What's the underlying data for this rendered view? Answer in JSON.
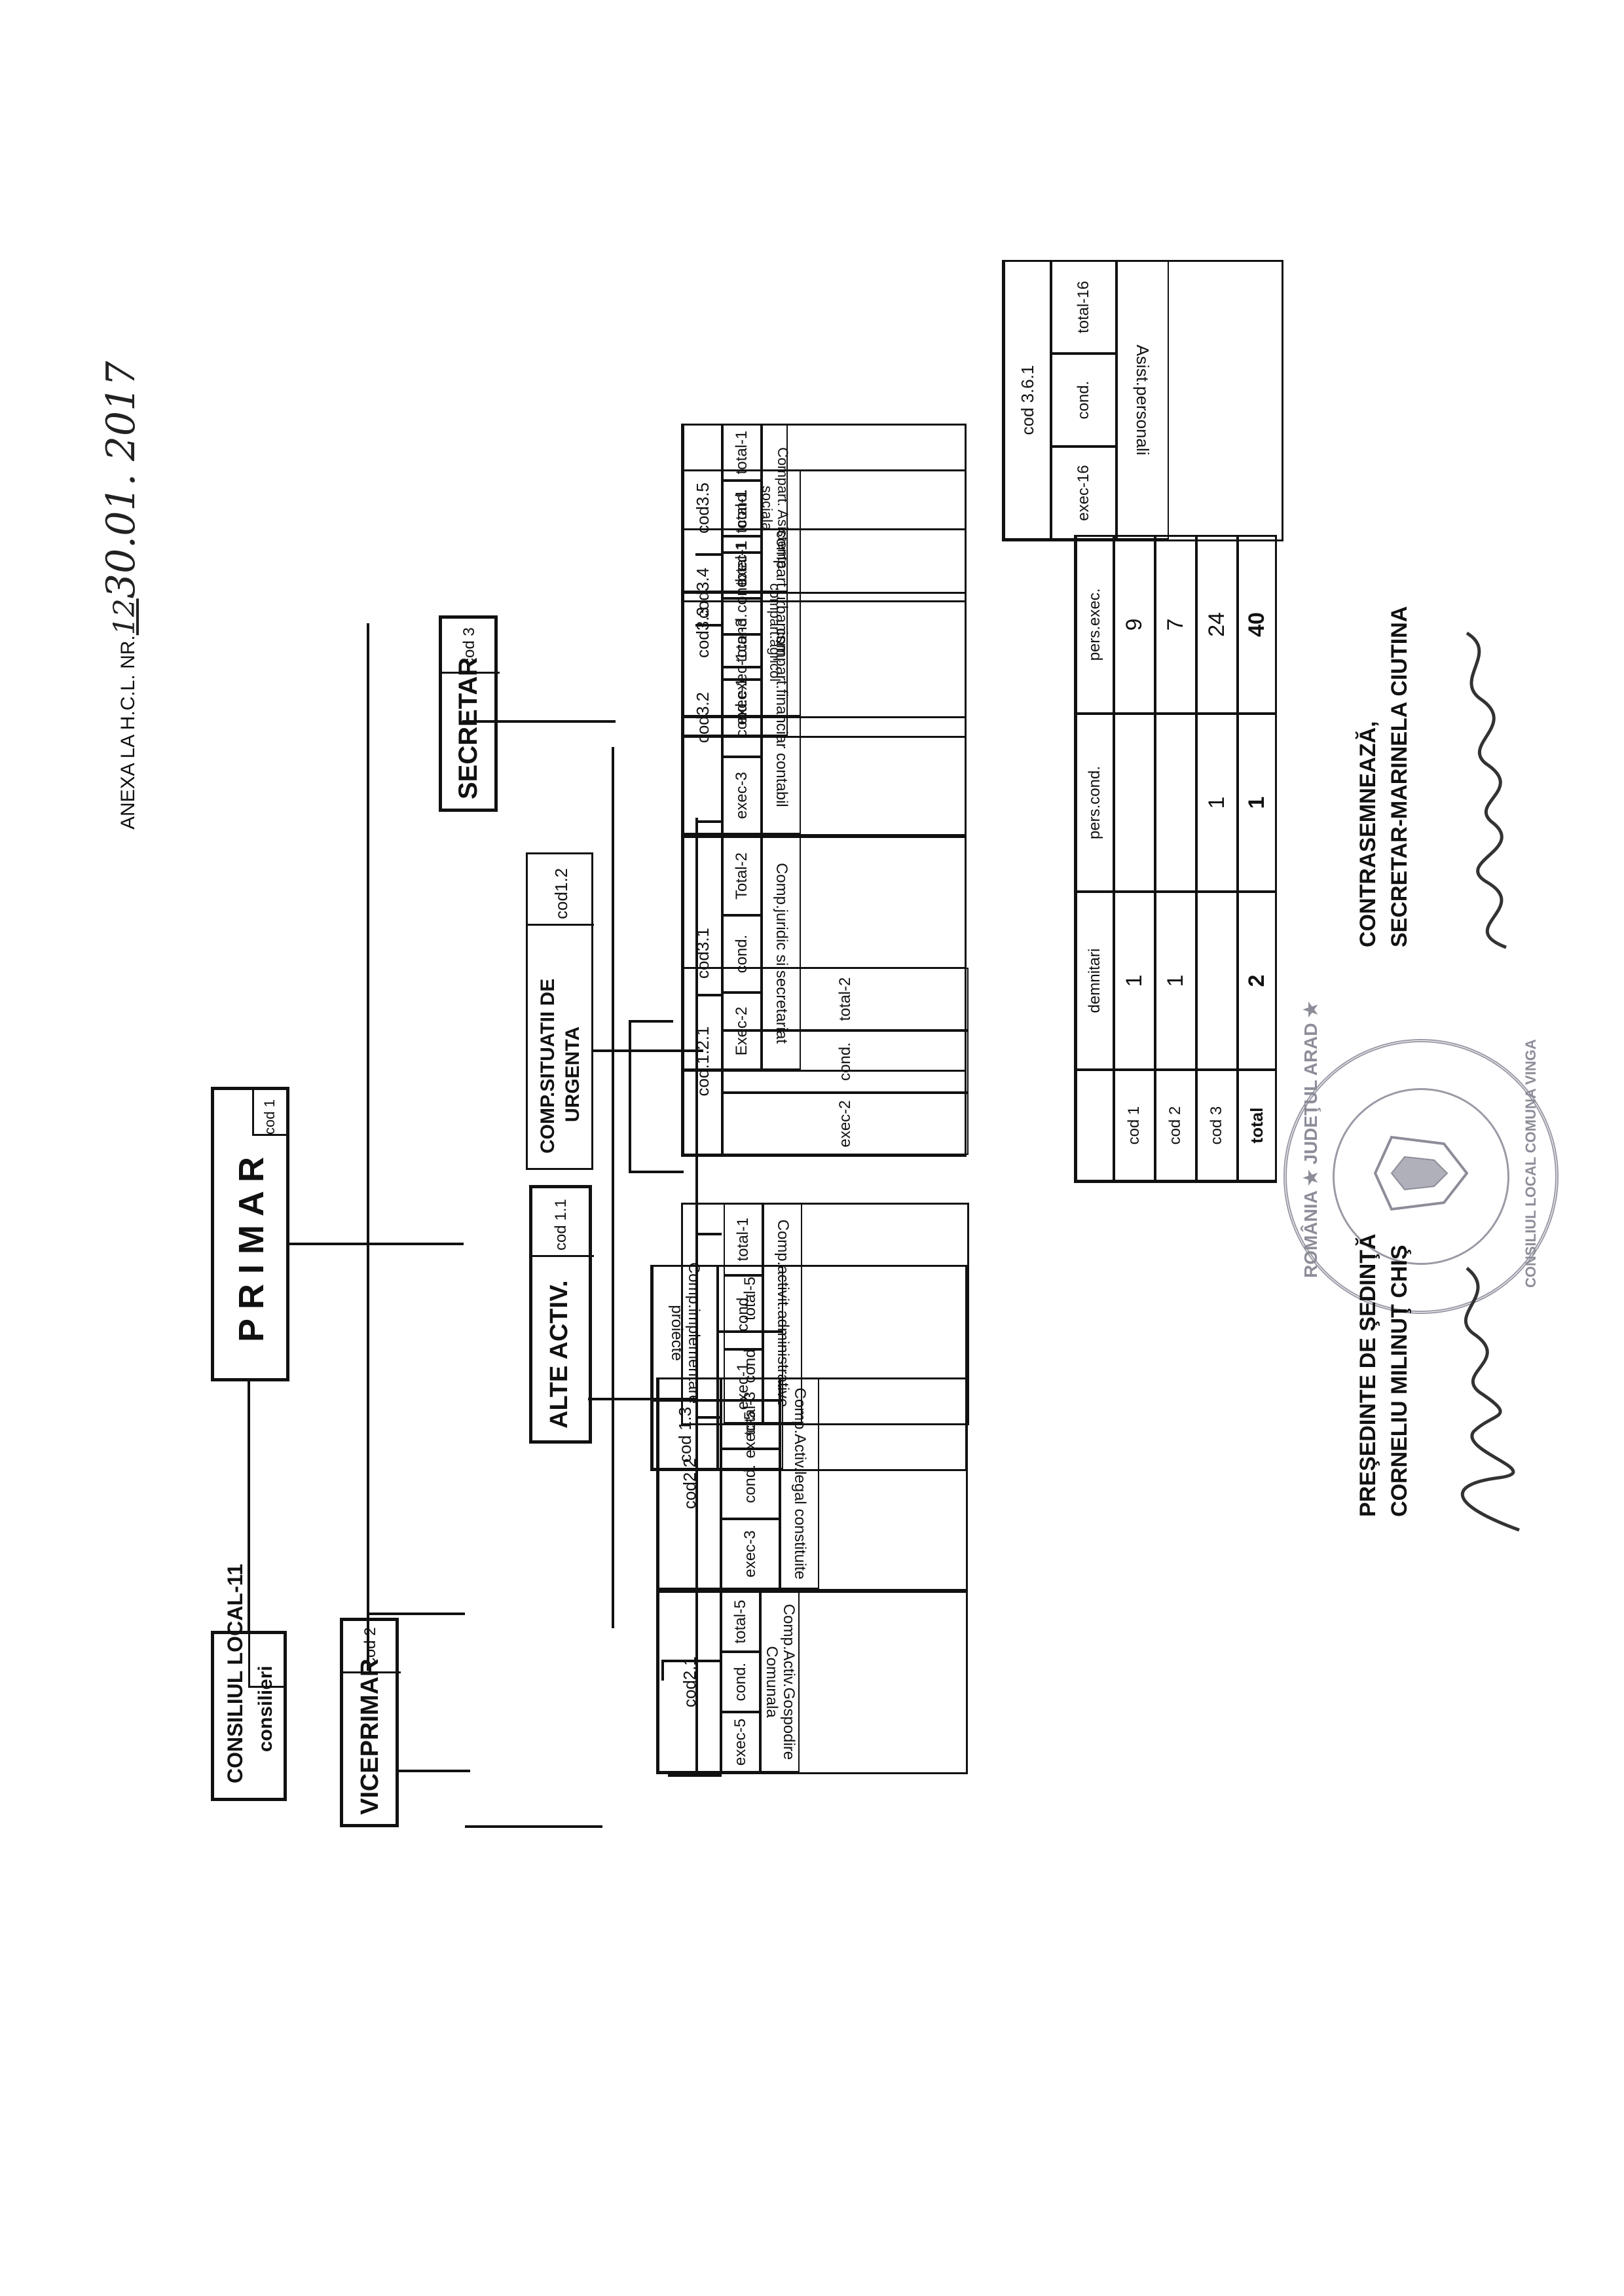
{
  "header": {
    "prefix": "ANEXA LA H.C.L. NR.",
    "number": "12",
    "date": "30.01. 2017"
  },
  "consiliu": {
    "line1": "CONSILIUL LOCAL-11",
    "line2": "consilieri"
  },
  "viceprimar": {
    "title": "VICEPRIMAR",
    "code": "cod 2"
  },
  "primar": {
    "title": "P R I M A R",
    "code": "cod 1"
  },
  "secretar": {
    "title": "SECRETAR",
    "code": "cod 3"
  },
  "alte_activ": {
    "title": "ALTE ACTIV.",
    "code": "cod 1.1"
  },
  "comp_situatii": {
    "line1": "COMP.SITUATII DE",
    "line2": "URGENTA",
    "code": "cod1.2"
  },
  "units": {
    "cod2_1": {
      "code": "cod2.1",
      "name1": "Comp.Activ.Gospodire",
      "name2": "Comunala",
      "total": "total-5",
      "cond": "cond.",
      "exec": "exec-5"
    },
    "cod2_2": {
      "code": "cod2.2",
      "name": "Comp.Activ.legal constituite",
      "total": "total-3",
      "cond": "cond.",
      "exec": "exec-3"
    },
    "cod1_3": {
      "code": "cod 1.3",
      "name1": "Comp.implementare",
      "name2": "proiecte",
      "total": "total-5",
      "cond": "cond",
      "exec": "exec-5"
    },
    "cod1_1": {
      "name": "Comp.activit.administrative",
      "total": "total-1",
      "cond": "cond.",
      "exec": "exec-1"
    },
    "cod1_2_1": {
      "code": "cod.1.2.1",
      "total": "total-2",
      "cond": "cond.",
      "exec": "exec-2"
    },
    "cod3_1": {
      "code": "cod3.1",
      "name": "Comp.juridic si secretariat",
      "total": "Total-2",
      "cond": "cond.",
      "exec": "Exec-2"
    },
    "cod3_2": {
      "code": "cod3.2",
      "name": "compart.financiar contabil",
      "total": "total-3",
      "cond": "cond.",
      "exec": "exec-3"
    },
    "cod3_3": {
      "code": "cod3.3",
      "name": "compart.agricol",
      "total": "total-1",
      "cond": "cond.",
      "exec": "exec-1"
    },
    "cod3_4": {
      "code": "cod3.4",
      "name": "compart.urbanism",
      "total": "total-1",
      "cond": "cond.",
      "exec": "exec-1"
    },
    "cod3_5": {
      "code": "cod3.5",
      "name": "Compart. Asistenta sociala",
      "total": "total-1",
      "cond": "cond.",
      "exec": "exec-1"
    },
    "cod3_6_1": {
      "code": "cod 3.6.1",
      "name": "Asist.personali",
      "total": "total-16",
      "cond": "cond.",
      "exec": "exec-16"
    }
  },
  "summary": {
    "headers": [
      "demnitari",
      "pers.cond.",
      "pers.exec."
    ],
    "rows": [
      {
        "label": "cod 1",
        "values": [
          "1",
          "",
          "9"
        ]
      },
      {
        "label": "cod 2",
        "values": [
          "1",
          "",
          "7"
        ]
      },
      {
        "label": "cod 3",
        "values": [
          "",
          "1",
          "24"
        ]
      },
      {
        "label": "total",
        "values": [
          "2",
          "1",
          "40"
        ]
      }
    ]
  },
  "signatures": {
    "left1": "PREŞEDINTE DE ŞEDINŢĂ",
    "left2": "CORNELIU MILINUŢ CHIŞ",
    "right1": "CONTRASEMNEAZĂ,",
    "right2": "SECRETAR-MARINELA CIUTINA"
  },
  "stamp": {
    "outer": "ROMÂNIA ★ JUDEŢUL ARAD ★",
    "inner": "CONSILIUL LOCAL COMUNA VINGA"
  },
  "colors": {
    "ink": "#111111",
    "stamp": "#9a9aa6"
  }
}
